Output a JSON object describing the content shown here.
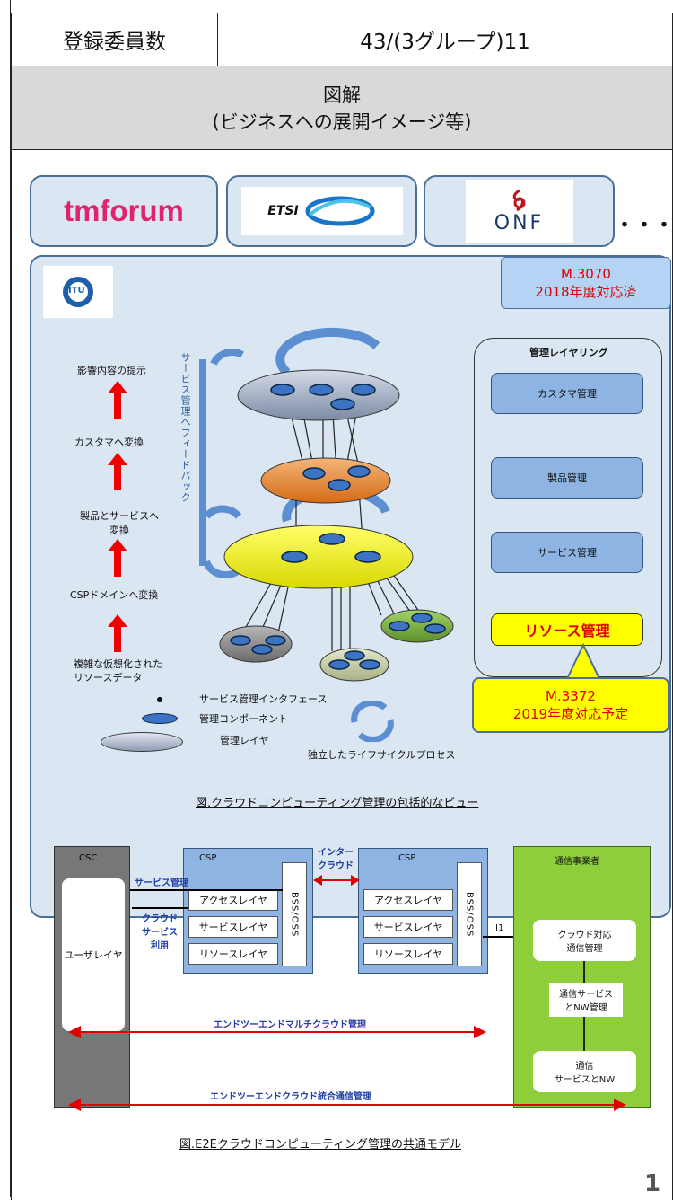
{
  "header": {
    "label": "登録委員数",
    "value": "43/(3グループ)11"
  },
  "diagram_heading": {
    "line1": "図解",
    "line2": "(ビジネスへの展開イメージ等)"
  },
  "orgs": {
    "tmforum": "tmforum",
    "etsi": "ETSI",
    "onf": "ONF",
    "ellipsis": "・・・",
    "itu": "ITU"
  },
  "callouts": {
    "m3070_line1": "M.3070",
    "m3070_line2": "2018年度対応済",
    "m3372_line1": "M.3372",
    "m3372_line2": "2019年度対応予定"
  },
  "left_flow": {
    "step1": "影響内容の提示",
    "step2": "カスタマへ変換",
    "step3_line1": "製品とサービスへ",
    "step3_line2": "変換",
    "step4": "CSPドメインへ変換",
    "step5_line1": "複雑な仮想化された",
    "step5_line2": "リソースデータ"
  },
  "feedback_label": "サービス管理へフィードバック",
  "management_layering": {
    "title": "管理レイヤリング",
    "items": [
      "カスタマ管理",
      "製品管理",
      "サービス管理"
    ],
    "highlight": "リソース管理"
  },
  "legend": {
    "interface": "サービス管理インタフェース",
    "component": "管理コンポーネント",
    "layer": "管理レイヤ",
    "lifecycle": "独立したライフサイクルプロセス"
  },
  "figure1_caption": "図.クラウドコンピューティング管理の包括的なビュー",
  "e2e": {
    "csc": "CSC",
    "user_layer": "ユーザレイヤ",
    "csp": "CSP",
    "inter_cloud_line1": "インター",
    "inter_cloud_line2": "クラウド",
    "service_mgmt": "サービス管理",
    "cloud_service_use_line1": "クラウド",
    "cloud_service_use_line2": "サービス",
    "cloud_service_use_line3": "利用",
    "access_layer": "アクセスレイヤ",
    "service_layer": "サービスレイヤ",
    "resource_layer": "リソースレイヤ",
    "bss_oss": "BSS/OSS",
    "i1": "I1",
    "telco": "通信事業者",
    "telco_cloud_line1": "クラウド対応",
    "telco_cloud_line2": "通信管理",
    "telco_service_line1": "通信サービス",
    "telco_service_line2": "とNW管理",
    "telco_nw_line1": "通信",
    "telco_nw_line2": "サービスとNW",
    "multi_cloud_mgmt": "エンドツーエンドマルチクラウド管理",
    "integrated_mgmt": "エンドツーエンドクラウド統合通信管理"
  },
  "figure2_caption": "図.E2Eクラウドコンピューティング管理の共通モデル",
  "page_number": "1"
}
